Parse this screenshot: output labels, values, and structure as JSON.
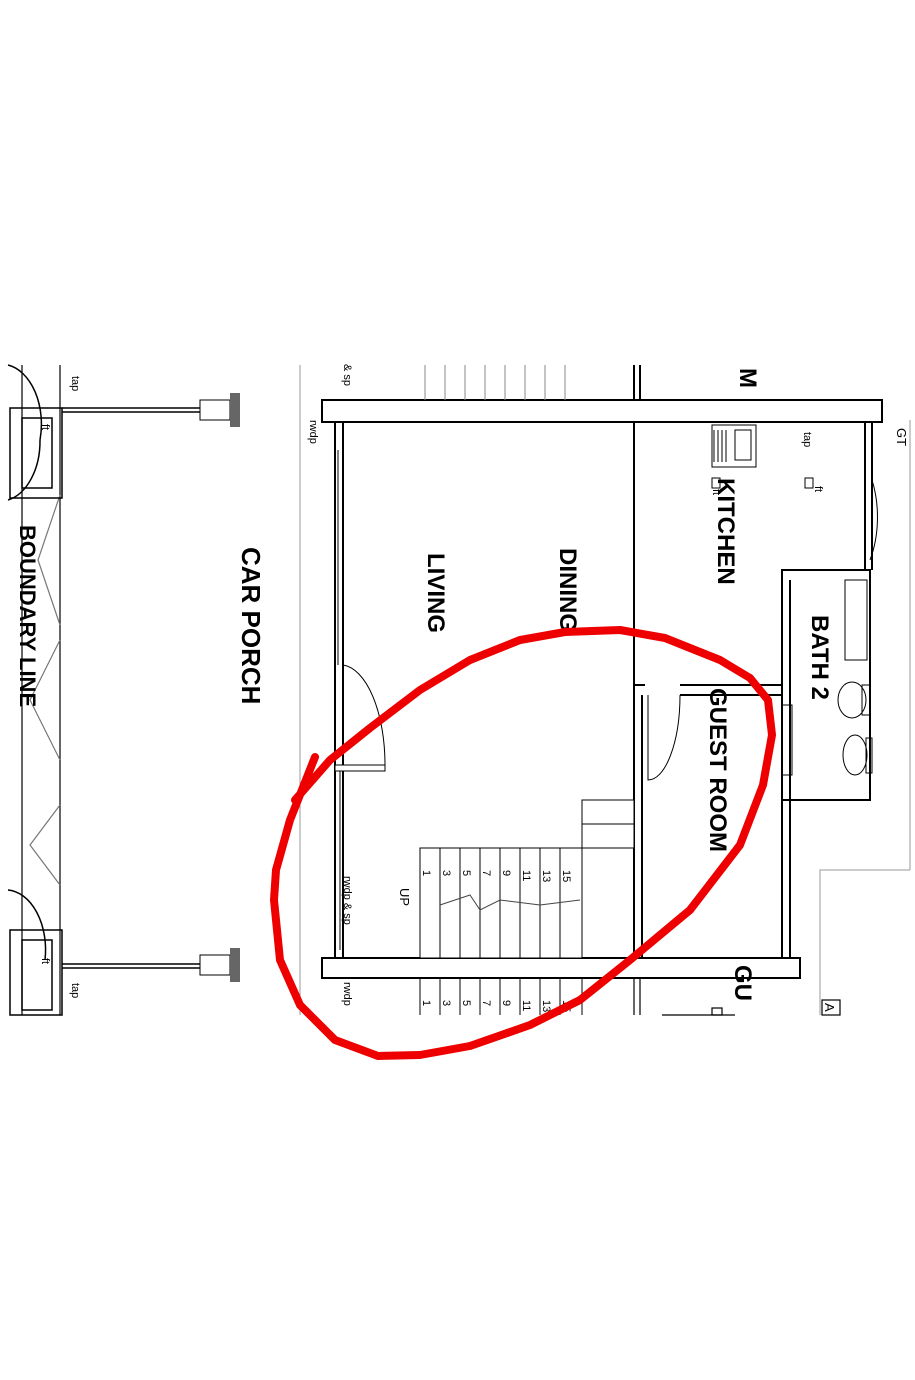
{
  "rooms": {
    "boundary_line": "BOUNDARY LINE",
    "car_porch": "CAR PORCH",
    "living": "LIVING",
    "dining": "DINING",
    "kitchen": "KITCHEN",
    "guest_room": "GUEST ROOM",
    "bath_2": "BATH 2",
    "room_top_partial": "M",
    "room_bottom_partial": "GU"
  },
  "annotations": {
    "tap_left_top": "tap",
    "ft_left_top": "ft",
    "tap_left_bottom": "tap",
    "ft_left_bottom": "ft",
    "sp_top": "& sp",
    "rwdp_top": "rwdp",
    "rwdp_sp_mid": "rwdp & sp",
    "rwdp_bottom": "rwdp",
    "tap_kitchen": "tap",
    "ft_kitchen_1": "ft",
    "ft_kitchen_2": "ft",
    "gt": "GT",
    "up": "UP",
    "corner_a": "A"
  },
  "stairs": {
    "steps_main": [
      "1",
      "3",
      "5",
      "7",
      "9",
      "11",
      "13",
      "15"
    ],
    "steps_lower": [
      "1",
      "3",
      "5",
      "7",
      "9",
      "11",
      "13",
      "15"
    ]
  },
  "colors": {
    "markup_red": "#ee0000",
    "boundary_text": "#e00000",
    "line": "#000000"
  }
}
